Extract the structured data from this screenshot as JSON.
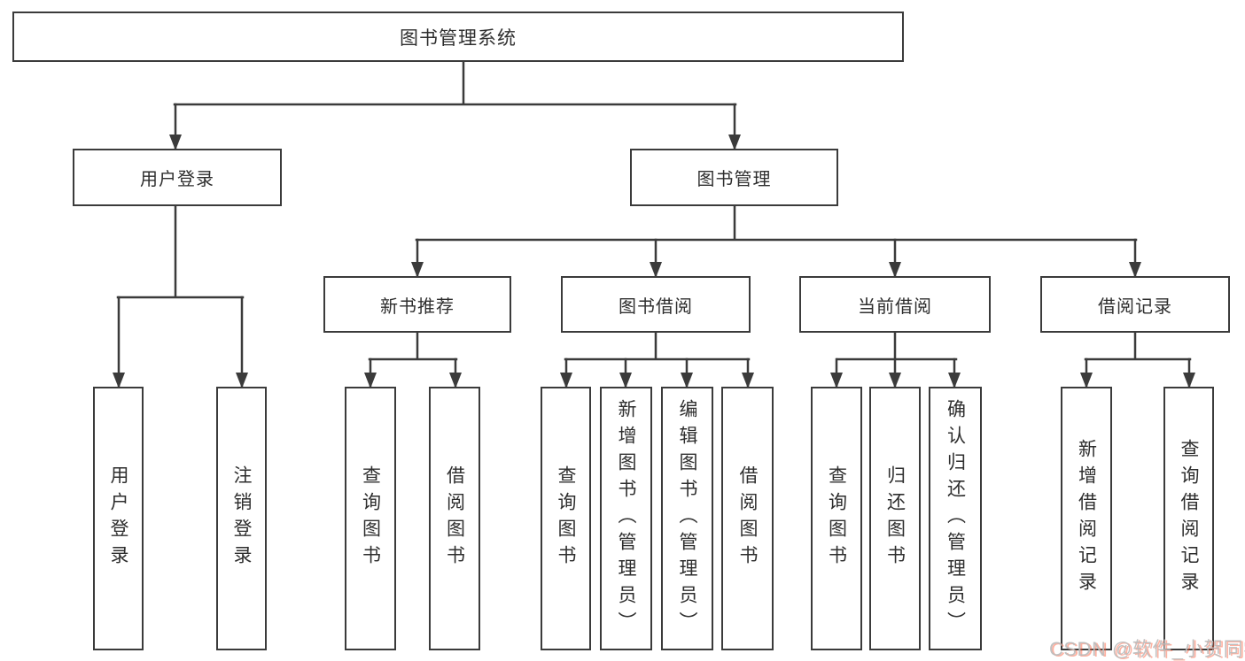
{
  "tree": {
    "label": "图书管理系统",
    "children": [
      {
        "label": "用户登录",
        "children": [
          {
            "label": "用户登录"
          },
          {
            "label": "注销登录"
          }
        ]
      },
      {
        "label": "图书管理",
        "children": [
          {
            "label": "新书推荐",
            "children": [
              {
                "label": "查询图书"
              },
              {
                "label": "借阅图书"
              }
            ]
          },
          {
            "label": "图书借阅",
            "children": [
              {
                "label": "查询图书"
              },
              {
                "label": "新增图书（管理员）"
              },
              {
                "label": "编辑图书（管理员）"
              },
              {
                "label": "借阅图书"
              }
            ]
          },
          {
            "label": "当前借阅",
            "children": [
              {
                "label": "查询图书"
              },
              {
                "label": "归还图书"
              },
              {
                "label": "确认归还（管理员）"
              }
            ]
          },
          {
            "label": "借阅记录",
            "children": [
              {
                "label": "新增借阅记录"
              },
              {
                "label": "查询借阅记录"
              }
            ]
          }
        ]
      }
    ]
  },
  "style": {
    "line_color": "#3b3b3b",
    "box_border_color": "#3b3b3b",
    "text_color": "#2e2e2e",
    "background_color": "#ffffff"
  },
  "watermark": {
    "text": "CSDN @软件_小贺同学",
    "color": "#bcbcbc",
    "accent_color": "#fc5531"
  }
}
